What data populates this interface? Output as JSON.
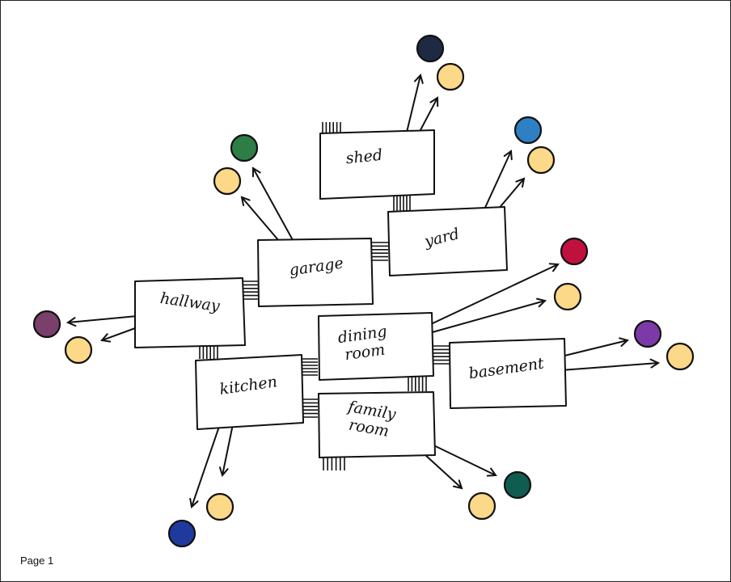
{
  "page": {
    "label": "Page 1"
  },
  "colors": {
    "ink": "#111111",
    "room_fill": "#ffffff",
    "pale_dot": "#fcd889"
  },
  "rooms": [
    {
      "id": "shed",
      "lines": [
        "shed"
      ]
    },
    {
      "id": "yard",
      "lines": [
        "yard"
      ]
    },
    {
      "id": "garage",
      "lines": [
        "garage"
      ]
    },
    {
      "id": "hallway",
      "lines": [
        "hallway"
      ]
    },
    {
      "id": "dining-room",
      "lines": [
        "dining",
        "room"
      ]
    },
    {
      "id": "basement",
      "lines": [
        "basement"
      ]
    },
    {
      "id": "kitchen",
      "lines": [
        "kitchen"
      ]
    },
    {
      "id": "family-room",
      "lines": [
        "family",
        "room"
      ]
    }
  ],
  "dot_colors": {
    "shed": "#1e2a44",
    "yard": "#2f7fc4",
    "garage": "#2e7d46",
    "hallway": "#7a3f6a",
    "dining-room": "#c0103e",
    "basement": "#7b3aa8",
    "kitchen": "#1f3a9e",
    "family-room": "#0f5c50"
  }
}
